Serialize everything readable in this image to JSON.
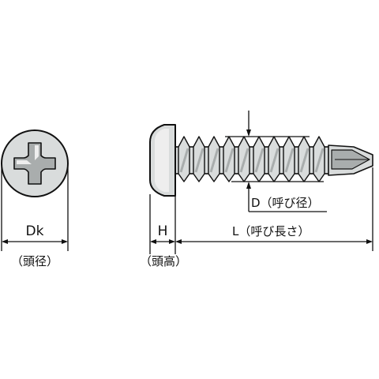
{
  "labels": {
    "dk": "Dk",
    "dk_note": "（頭径）",
    "h": "H",
    "h_note": "（頭高）",
    "d": "D（呼び径）",
    "l": "L（呼び長さ）"
  },
  "colors": {
    "line": "#111111",
    "head_fill": "#d9dcdc",
    "shade": "#a9adad",
    "background": "#ffffff"
  }
}
